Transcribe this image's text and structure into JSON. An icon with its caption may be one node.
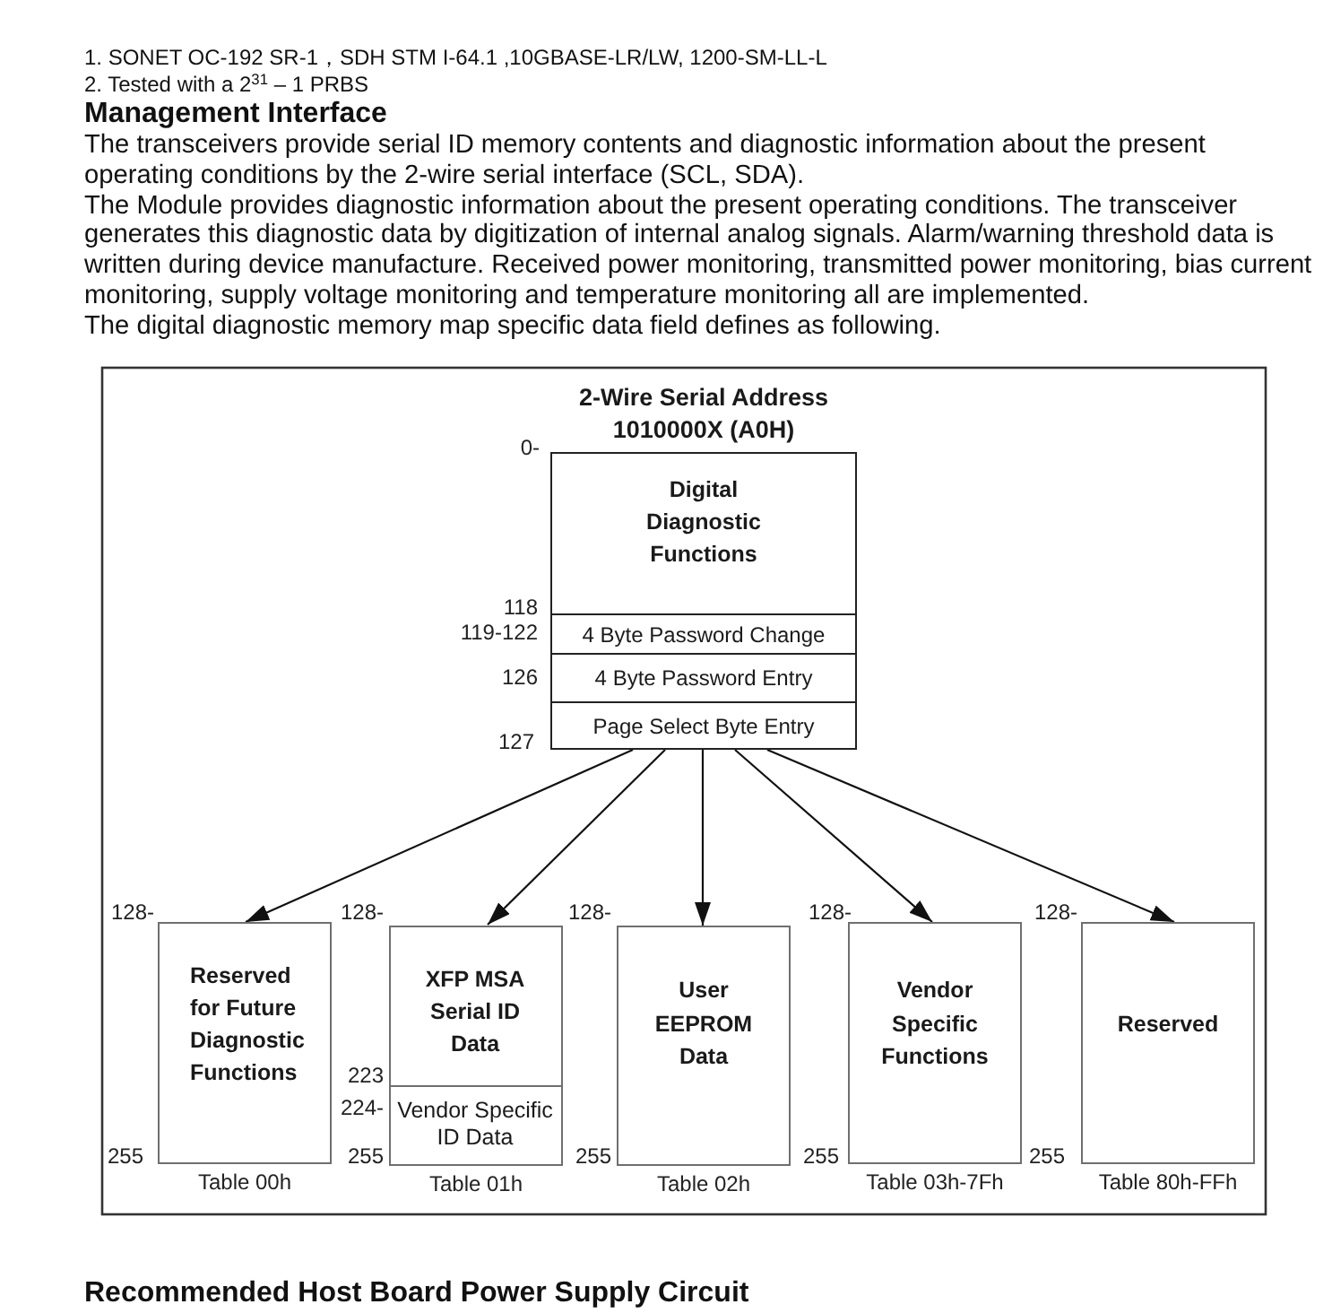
{
  "diagram": {
    "title": "Management Interface",
    "nodes": [
      {
        "text": [
          "2-Wire Serial Address 1010000X (A0H)"
        ]
      },
      {
        "text": [
          "Digital Diagnostic Functions"
        ],
        "in": 0
      },
      {
        "text": [
          "4 Byte Password Change"
        ],
        "in": 0
      },
      {
        "text": [
          "4 Byte Password Entry"
        ],
        "in": 0
      },
      {
        "text": [
          "Page Select Byte Entry"
        ],
        "in": 0
      },
      {
        "text": [
          "Reserved for Future Diagnostic Functions"
        ],
        "beside": [
          "Table 00h"
        ]
      },
      {
        "text": [],
        "shape": "box",
        "beside": [
          "Table 01h"
        ]
      },
      {
        "text": [
          "XFP MSA Serial ID Data"
        ],
        "in": 6
      },
      {
        "text": [
          "Vendor Specific ID Data"
        ],
        "in": 6
      },
      {
        "text": [
          "User EEPROM Data"
        ],
        "beside": [
          "Table 02h"
        ]
      },
      {
        "text": [
          "Vendor Specific Functions"
        ],
        "beside": [
          "Table 03h-7Fh"
        ]
      },
      {
        "text": [
          "Reserved"
        ],
        "beside": [
          "Table 80h-FFh"
        ]
      }
    ],
    "edges": [
      {
        "from": 4,
        "to": 5,
        "arrow": "to"
      },
      {
        "from": 4,
        "to": 7,
        "arrow": "to"
      },
      {
        "from": 4,
        "to": 9,
        "arrow": "to"
      },
      {
        "from": 4,
        "to": 10,
        "arrow": "to"
      },
      {
        "from": 4,
        "to": 11,
        "arrow": "to"
      }
    ],
    "labels": [
      "1. SONET OC-192 SR-1，SDH STM I-64.1 ,10GBASE-LR/LW, 1200-SM-LL-L",
      "2. Tested with a 2$^{31}$ – 1 PRBS",
      "The transceivers provide serial ID memory contents and diagnostic information about the present operating conditions by the 2-wire serial interface (SCL, SDA).",
      "The Module provides diagnostic information about the present operating conditions. The transceiver generates this diagnostic data by digitization of internal analog signals. Alarm/warning threshold data is written during device manufacture. Received power monitoring, transmitted power monitoring, bias current monitoring, supply voltage monitoring and temperature monitoring all are implemented.",
      "The digital diagnostic memory map specific data field defines as following.",
      "0-",
      "118",
      "119-122",
      "126",
      "127",
      "128-",
      "128-",
      "128-",
      "128-",
      "128-",
      "223",
      "224-",
      "255",
      "255",
      "255",
      "255",
      "255",
      "Recommended Host Board Power Supply Circuit"
    ]
  }
}
